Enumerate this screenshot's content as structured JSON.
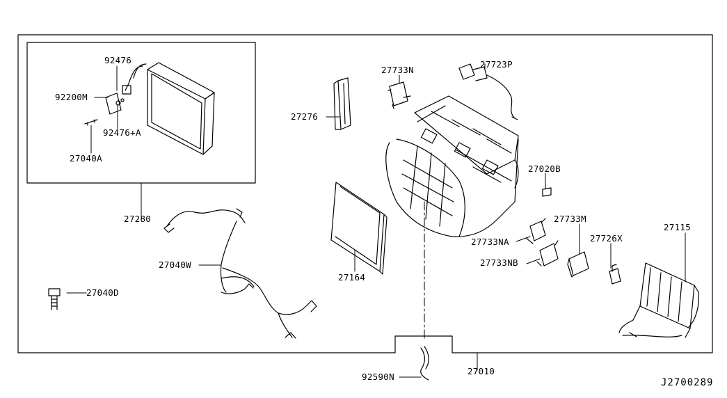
{
  "diagram_code": "J2700289",
  "parts": [
    {
      "id": "p92476",
      "number": "92476"
    },
    {
      "id": "p92200M",
      "number": "92200M"
    },
    {
      "id": "p92476A",
      "number": "92476+A"
    },
    {
      "id": "p27040A",
      "number": "27040A"
    },
    {
      "id": "p27280",
      "number": "27280"
    },
    {
      "id": "p27040W",
      "number": "27040W"
    },
    {
      "id": "p27040D",
      "number": "27040D"
    },
    {
      "id": "p27276",
      "number": "27276"
    },
    {
      "id": "p27733N",
      "number": "27733N"
    },
    {
      "id": "p27723P",
      "number": "27723P"
    },
    {
      "id": "p27164",
      "number": "27164"
    },
    {
      "id": "p27020B",
      "number": "27020B"
    },
    {
      "id": "p27733M",
      "number": "27733M"
    },
    {
      "id": "p27733NA",
      "number": "27733NA"
    },
    {
      "id": "p27733NB",
      "number": "27733NB"
    },
    {
      "id": "p27726X",
      "number": "27726X"
    },
    {
      "id": "p27115",
      "number": "27115"
    },
    {
      "id": "p27010",
      "number": "27010"
    },
    {
      "id": "p92590N",
      "number": "92590N"
    }
  ]
}
